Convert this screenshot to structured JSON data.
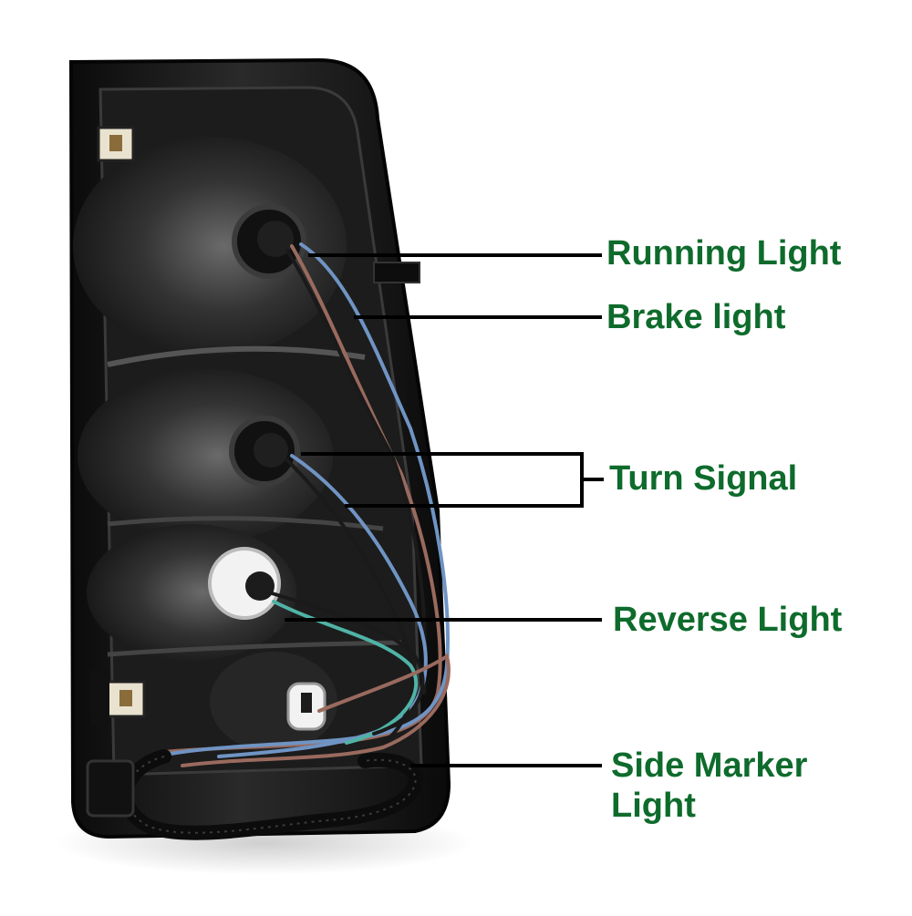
{
  "colors": {
    "label_text": "#0e6b2c",
    "leader_line": "#000000",
    "housing": "#151515",
    "wire_brown": "#9a6a5e",
    "wire_blue": "#6f94c4",
    "wire_teal": "#4fb3a6",
    "wire_black": "#1a1a1a"
  },
  "labels": {
    "running_light": "Running Light",
    "brake_light": "Brake light",
    "turn_signal": "Turn Signal",
    "reverse_light": "Reverse Light",
    "side_marker_light_line1": "Side Marker",
    "side_marker_light_line2": "Light"
  },
  "lamp_icon": "tail-light-assembly-icon"
}
